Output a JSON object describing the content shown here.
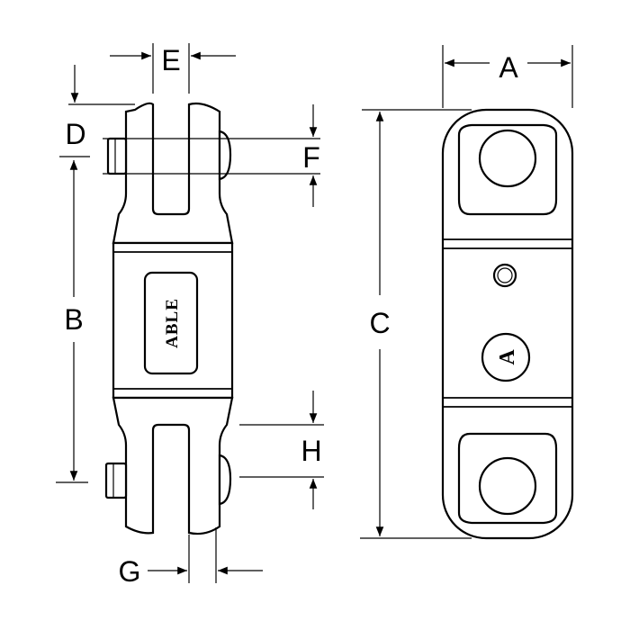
{
  "colors": {
    "line": "#000000",
    "background": "#ffffff"
  },
  "labels": {
    "A": "A",
    "B": "B",
    "C": "C",
    "D": "D",
    "E": "E",
    "F": "F",
    "G": "G",
    "H": "H"
  },
  "brand_text": "ABLE",
  "logo_letter": "A"
}
